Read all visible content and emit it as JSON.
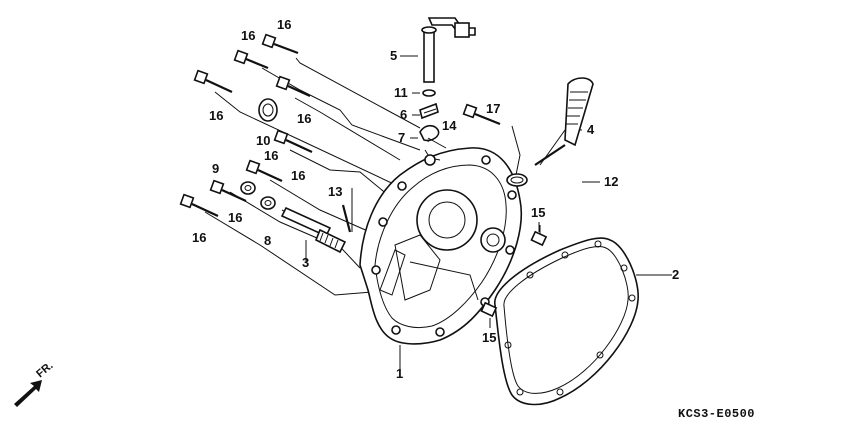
{
  "labels": [
    "1",
    "2",
    "3",
    "4",
    "5",
    "6",
    "7",
    "8",
    "9",
    "10",
    "11",
    "12",
    "13",
    "14",
    "15",
    "15",
    "16",
    "16",
    "16",
    "16",
    "16",
    "16",
    "16",
    "16",
    "16",
    "17"
  ],
  "diagram_code": "KCS3-E0500",
  "direction_label": "FR."
}
